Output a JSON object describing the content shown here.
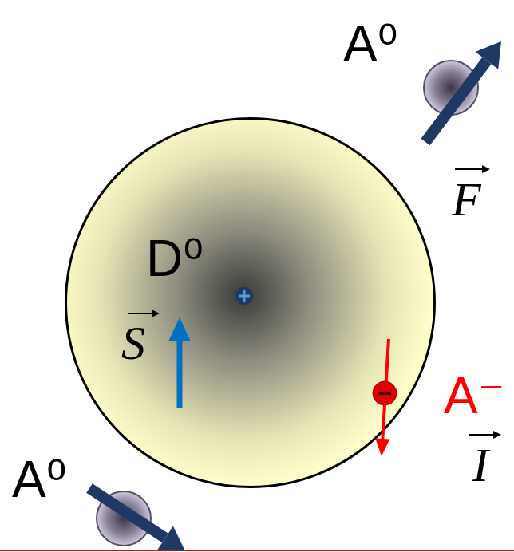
{
  "diagram": {
    "nodes": [
      {
        "text": [
          "A⁰"
        ]
      },
      {
        "text": [
          "D⁰"
        ]
      },
      {
        "text": [
          "A⁻"
        ]
      },
      {
        "text": [
          "A⁰"
        ]
      }
    ],
    "labels": [
      "S",
      "F",
      "I"
    ]
  }
}
